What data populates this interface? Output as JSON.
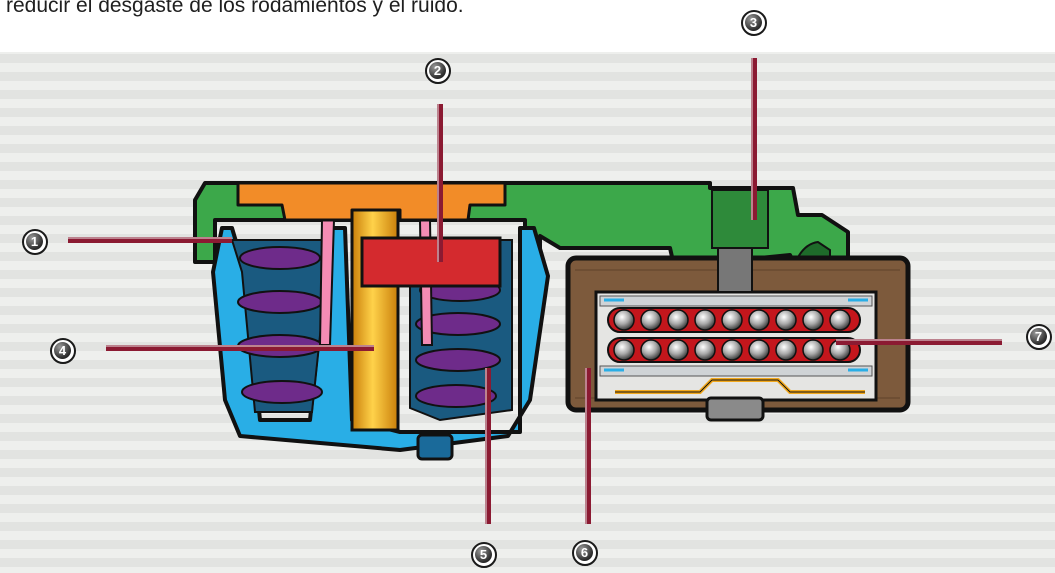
{
  "caption": "reducir el desgaste de los rodamientos y el ruido.",
  "callouts": [
    {
      "number": "1"
    },
    {
      "number": "2"
    },
    {
      "number": "3"
    },
    {
      "number": "4"
    },
    {
      "number": "5"
    },
    {
      "number": "6"
    },
    {
      "number": "7"
    }
  ],
  "colors": {
    "housing": "#3ca84a",
    "cup": "#29aee6",
    "spring": "#6e2b8a",
    "damper_block": "#d42a2e",
    "shaft": "#f2a81c",
    "bearing_case": "#7d5a3c",
    "rollers": "#c4161c",
    "leader_line": "#8b1a32"
  }
}
